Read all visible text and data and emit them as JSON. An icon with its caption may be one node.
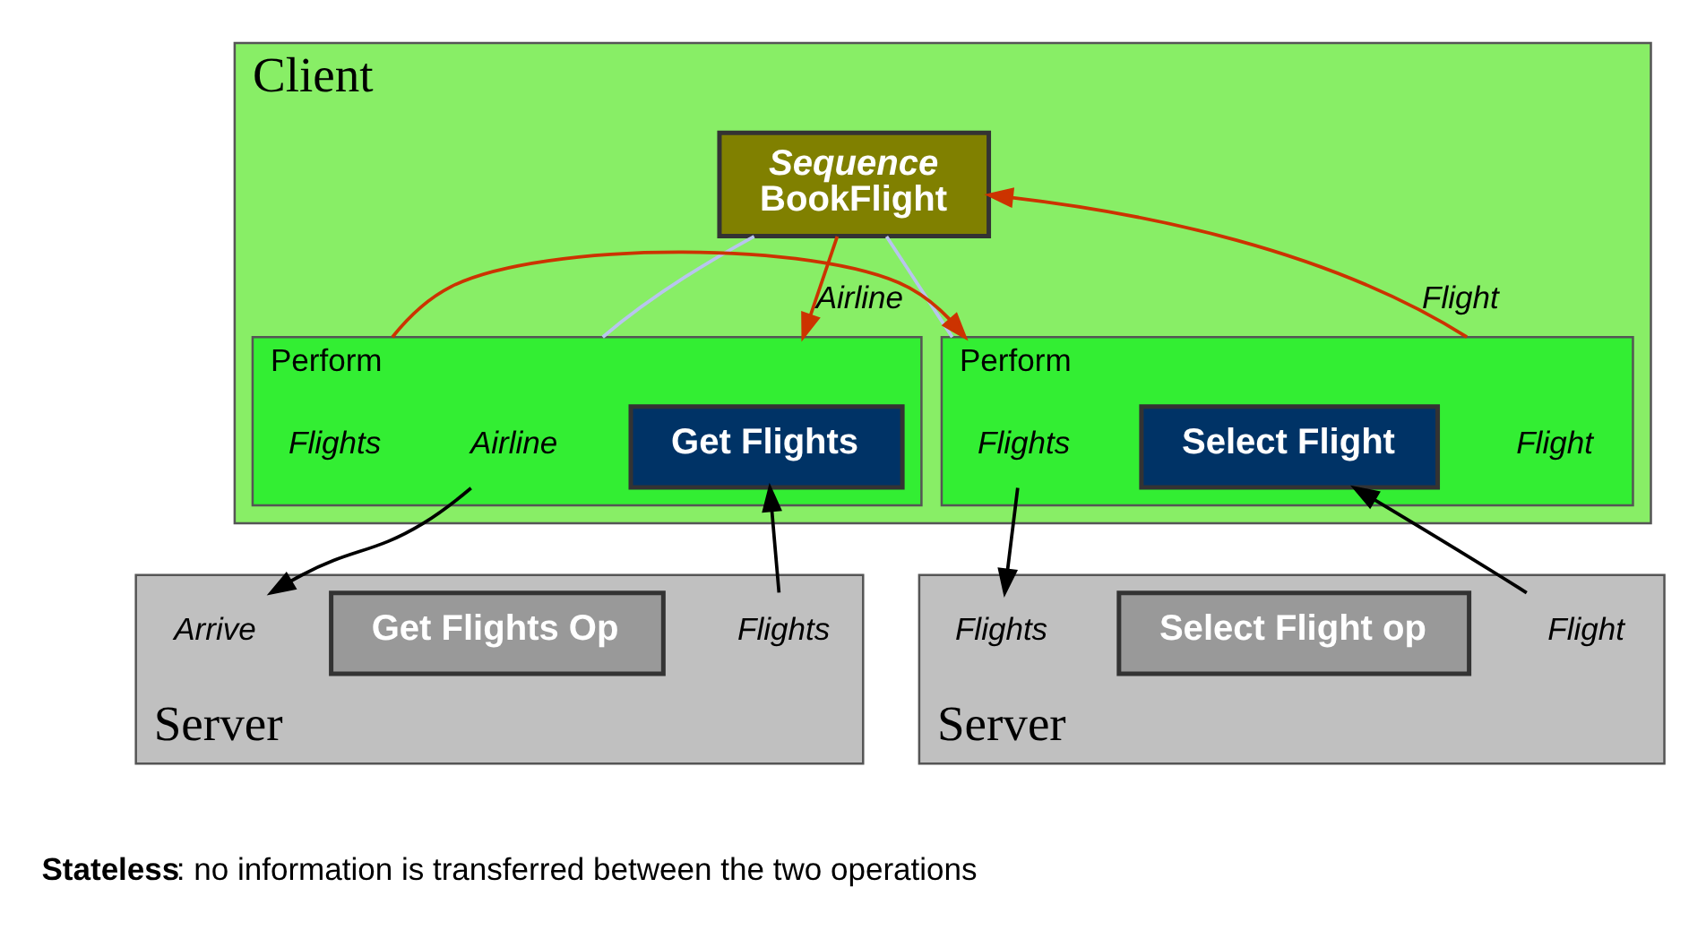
{
  "diagram": {
    "nodes": [
      {
        "text": [
          "Client"
        ]
      },
      {
        "text": [
          "Sequence",
          "BookFlight"
        ],
        "in": 0
      },
      {
        "text": [
          "Perform"
        ],
        "in": 0
      },
      {
        "text": [
          "Airline"
        ],
        "in": 2
      },
      {
        "text": [
          "Get Flights"
        ],
        "in": 2
      },
      {
        "text": [
          "Flights"
        ],
        "in": 2
      },
      {
        "text": [
          "Perform"
        ],
        "in": 0
      },
      {
        "text": [
          "Flights"
        ],
        "in": 6
      },
      {
        "text": [
          "Select Flight"
        ],
        "in": 6
      },
      {
        "text": [
          "Flight"
        ],
        "in": 6
      },
      {
        "text": [
          "Server"
        ]
      },
      {
        "text": [
          "Arrive"
        ],
        "in": 10
      },
      {
        "text": [
          "Get Flights Op"
        ],
        "in": 10
      },
      {
        "text": [
          "Flights"
        ],
        "in": 10
      },
      {
        "text": [
          "Server"
        ]
      },
      {
        "text": [
          "Flights"
        ],
        "in": 14
      },
      {
        "text": [
          "Select Flight op"
        ],
        "in": 14
      },
      {
        "text": [
          "Flight"
        ],
        "in": 14
      }
    ],
    "edges": [
      {
        "from": 1,
        "to": 2,
        "arrow": "none",
        "color": "#b8c4ee"
      },
      {
        "from": 1,
        "to": 6,
        "arrow": "none",
        "color": "#b8c4ee"
      },
      {
        "from": 1,
        "to": 2,
        "arrow": "to",
        "label": "Airline",
        "color": "#cc3300"
      },
      {
        "from": 2,
        "to": 6,
        "arrow": "to",
        "color": "#cc3300"
      },
      {
        "from": 6,
        "to": 1,
        "arrow": "to",
        "label": "Flight",
        "color": "#cc3300"
      },
      {
        "from": 3,
        "to": 11,
        "arrow": "to"
      },
      {
        "from": 13,
        "to": 4,
        "arrow": "to"
      },
      {
        "from": 7,
        "to": 15,
        "arrow": "to"
      },
      {
        "from": 17,
        "to": 8,
        "arrow": "to"
      }
    ],
    "labels": [
      "**Stateless**: no information is transferred between the two operations"
    ]
  }
}
